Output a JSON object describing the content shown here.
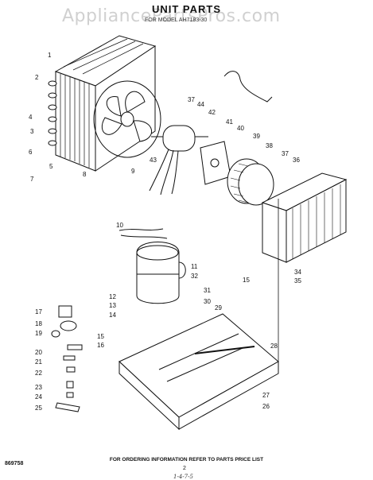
{
  "header": {
    "title": "UNIT PARTS",
    "model_label": "FOR MODEL   AH7183-30",
    "watermark": "AppliancePartsPros.com"
  },
  "footer": {
    "ordering_note": "FOR ORDERING INFORMATION REFER TO PARTS PRICE LIST",
    "page_number": "2",
    "doc_number": "869758",
    "handwritten": "1-4-7-5"
  },
  "callouts": [
    "1",
    "2",
    "3",
    "4",
    "5",
    "6",
    "7",
    "8",
    "9",
    "10",
    "11",
    "12",
    "13",
    "14",
    "15",
    "15",
    "16",
    "17",
    "18",
    "19",
    "20",
    "21",
    "22",
    "23",
    "24",
    "25",
    "26",
    "27",
    "28",
    "29",
    "30",
    "31",
    "32",
    "34",
    "35",
    "36",
    "37",
    "37",
    "38",
    "39",
    "40",
    "41",
    "42",
    "43",
    "44"
  ],
  "colors": {
    "ink": "#111111",
    "paper": "#ffffff"
  }
}
